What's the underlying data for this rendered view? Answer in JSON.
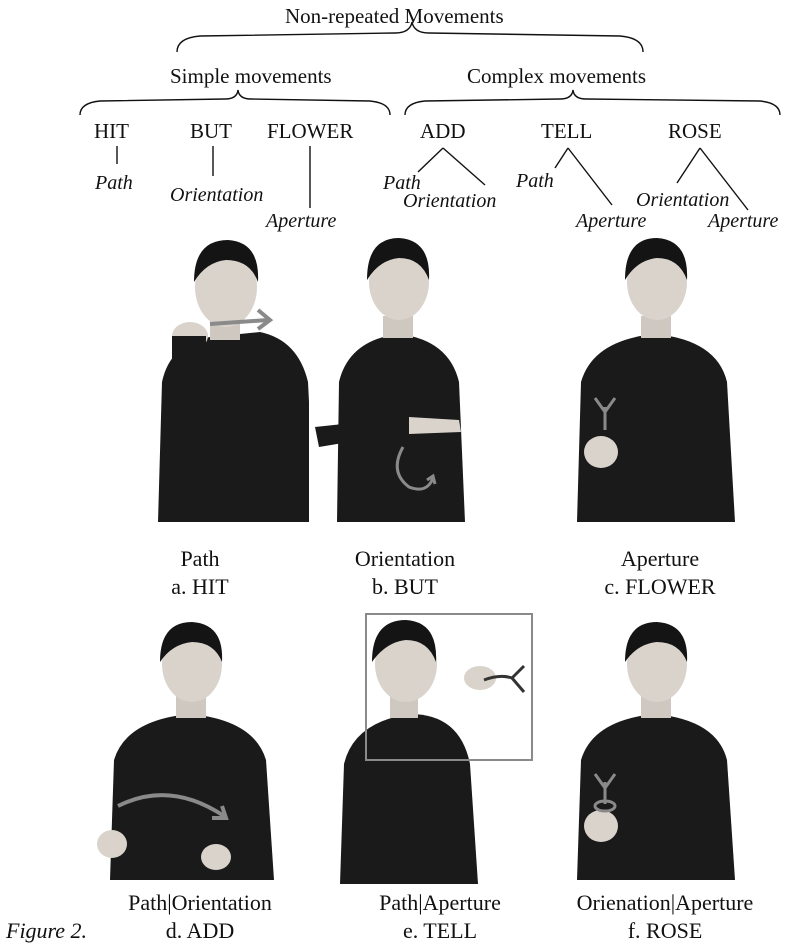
{
  "tree": {
    "root": "Non-repeated Movements",
    "simple": "Simple movements",
    "complex": "Complex movements",
    "signs": [
      {
        "gloss": "HIT",
        "features": [
          "Path"
        ]
      },
      {
        "gloss": "BUT",
        "features": [
          "Orientation"
        ]
      },
      {
        "gloss": "FLOWER",
        "features": [
          "Aperture"
        ]
      },
      {
        "gloss": "ADD",
        "features": [
          "Path",
          "Orientation"
        ]
      },
      {
        "gloss": "TELL",
        "features": [
          "Path",
          "Aperture"
        ]
      },
      {
        "gloss": "ROSE",
        "features": [
          "Orientation",
          "Aperture"
        ]
      }
    ]
  },
  "panels": [
    {
      "feature": "Path",
      "label": "a. HIT"
    },
    {
      "feature": "Orientation",
      "label": "b. BUT"
    },
    {
      "feature": "Aperture",
      "label": "c. FLOWER"
    },
    {
      "feature": "Path|Orientation",
      "label": "d. ADD"
    },
    {
      "feature": "Path|Aperture",
      "label": "e. TELL"
    },
    {
      "feature": "Orienation|Aperture",
      "label": "f. ROSE"
    }
  ],
  "figure_label": "Figure 2.",
  "colors": {
    "ink": "#111111",
    "arrow": "#8a8a8a",
    "shirt": "#1a1a1a",
    "skin": "#d9d3cc",
    "hair": "#141414"
  }
}
